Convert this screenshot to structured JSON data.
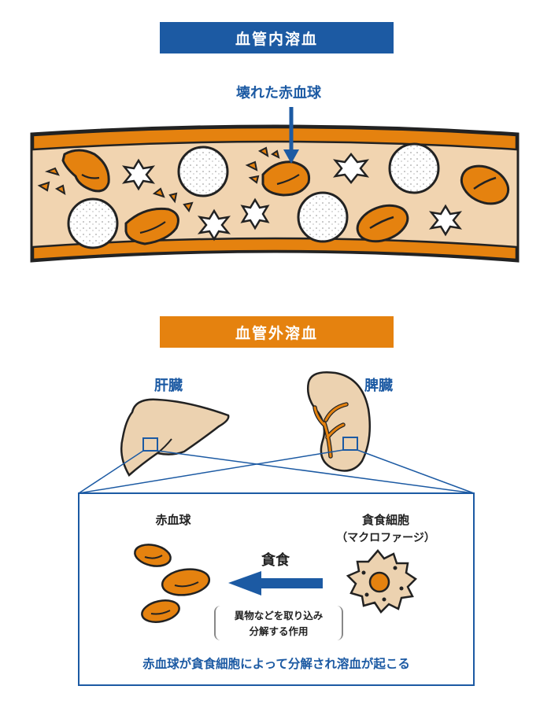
{
  "intravascular": {
    "title": "血管内溶血",
    "broken_rbc_label": "壊れた赤血球"
  },
  "extravascular": {
    "title": "血管外溶血",
    "liver_label": "肝臓",
    "spleen_label": "脾臓",
    "rbc_label": "赤血球",
    "macrophage_label": "貪食細胞",
    "macrophage_sub": "（マクロファージ）",
    "phagocytosis_label": "貪食",
    "note_line1": "異物などを取り込み",
    "note_line2": "分解する作用",
    "summary": "赤血球が貪食細胞によって分解され溶血が起こる"
  },
  "colors": {
    "blue": "#1c5aa3",
    "orange": "#e5820f",
    "vessel_fill": "#f1d4b0",
    "organ_fill": "#ecd2b0",
    "rbc_fill": "#e5820f"
  }
}
